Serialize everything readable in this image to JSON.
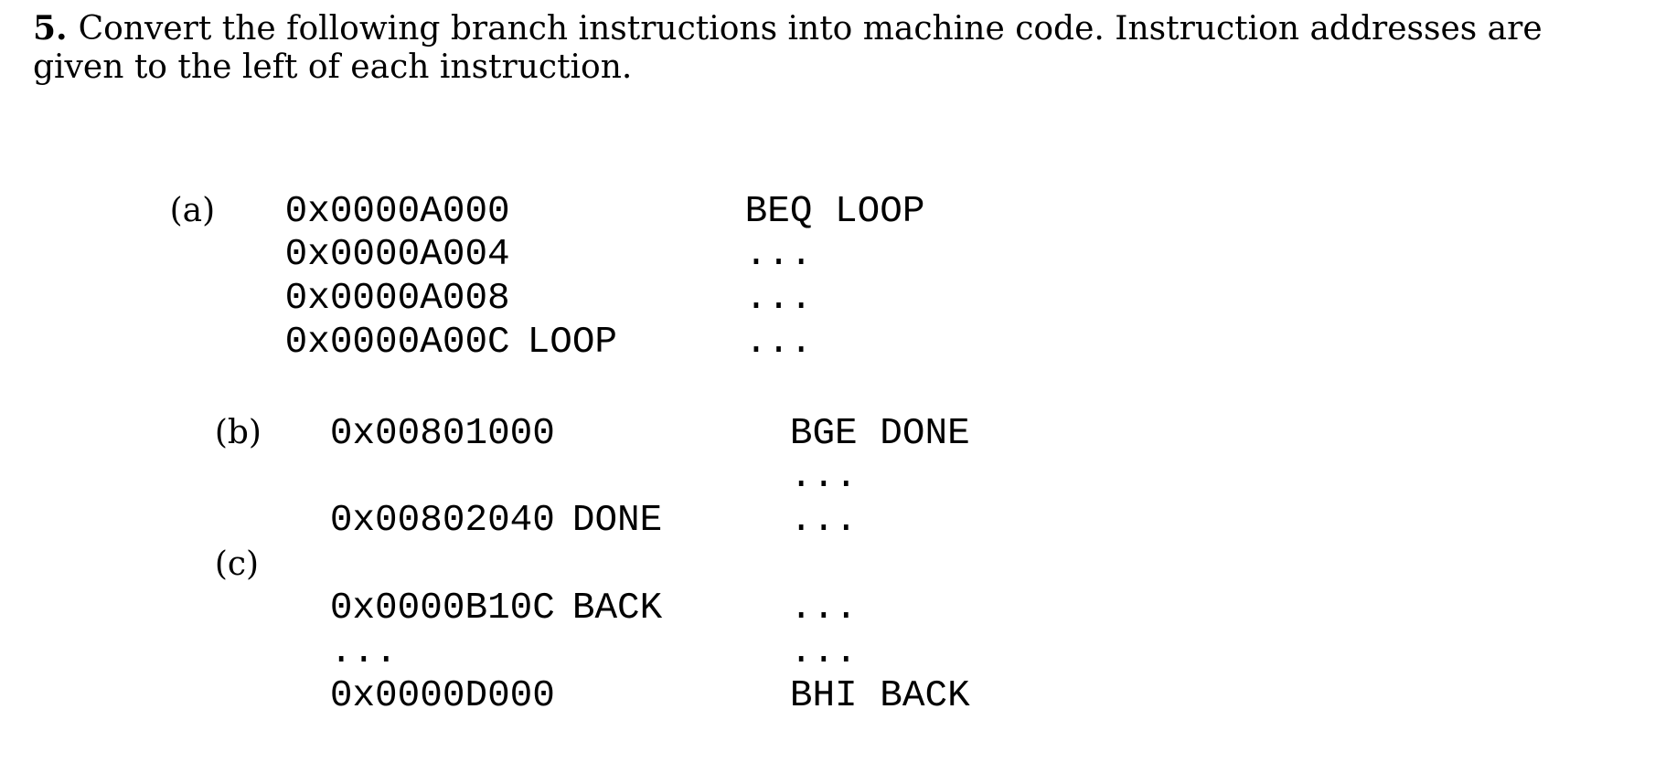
{
  "page": {
    "background_color": "#ffffff",
    "text_color": "#000000"
  },
  "problem": {
    "number": "5.",
    "statement_line1": "Convert the following branch instructions into machine code. Instruction addresses are",
    "statement_line2": "given to the left of each instruction."
  },
  "code_listing": {
    "sections": [
      {
        "label": "(a)",
        "rows": [
          {
            "sec": "(a)",
            "address": "0x0000A000",
            "asm_label": "",
            "instruction": "BEQ LOOP"
          },
          {
            "sec": "",
            "address": "0x0000A004",
            "asm_label": "",
            "instruction": "..."
          },
          {
            "sec": "",
            "address": "0x0000A008",
            "asm_label": "",
            "instruction": "..."
          },
          {
            "sec": "",
            "address": "0x0000A00C",
            "asm_label": "LOOP",
            "instruction": "..."
          }
        ]
      },
      {
        "label": "(b)",
        "rows": [
          {
            "sec": "(b)",
            "address": "0x00801000",
            "asm_label": "",
            "instruction": "BGE DONE"
          },
          {
            "sec": "",
            "address": "",
            "asm_label": "",
            "instruction": "..."
          },
          {
            "sec": "",
            "address": "0x00802040",
            "asm_label": "DONE",
            "instruction": "..."
          }
        ]
      },
      {
        "label": "(c)",
        "rows": [
          {
            "sec": "(c)",
            "address": "",
            "asm_label": "",
            "instruction": ""
          },
          {
            "sec": "",
            "address": "0x0000B10C",
            "asm_label": "BACK",
            "instruction": "..."
          },
          {
            "sec": "",
            "address": "...",
            "asm_label": "",
            "instruction": "..."
          },
          {
            "sec": "",
            "address": "0x0000D000",
            "asm_label": "",
            "instruction": "BHI BACK"
          }
        ]
      }
    ]
  }
}
